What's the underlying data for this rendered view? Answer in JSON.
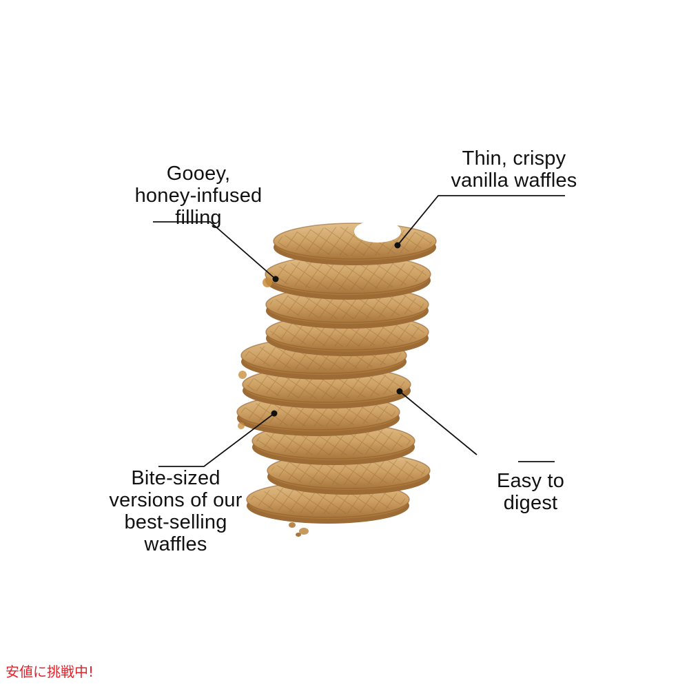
{
  "callouts": {
    "filling": [
      "Gooey,",
      "honey-infused",
      "filling"
    ],
    "waffles": [
      "Thin, crispy",
      "vanilla waffles"
    ],
    "bite_sized": [
      "Bite-sized",
      "versions of our",
      "best-selling",
      "waffles"
    ],
    "digest": [
      "Easy to",
      "digest"
    ]
  },
  "promo": {
    "text": "安値に挑戦中!"
  },
  "colors": {
    "text": "#111111",
    "promo": "#e8202a",
    "waffle_light": "#d9b47a",
    "waffle_dark": "#9c6b36",
    "filling": "#b07a3a"
  }
}
